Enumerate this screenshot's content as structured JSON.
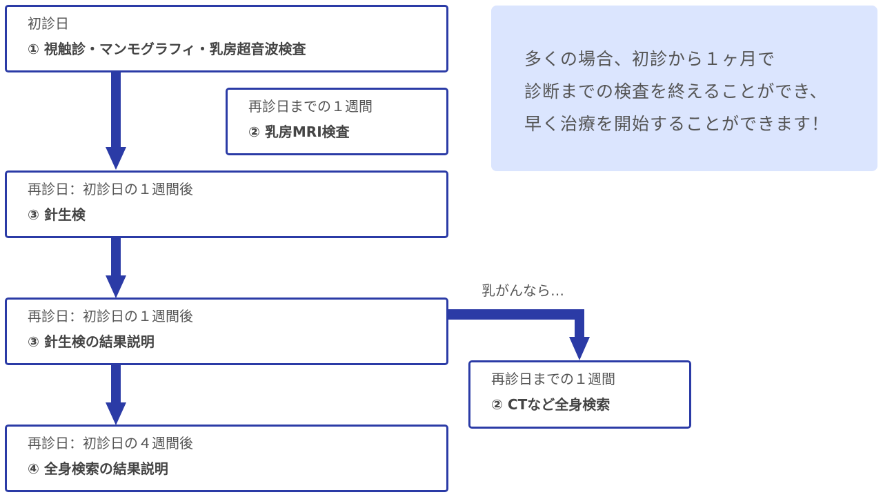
{
  "steps": [
    {
      "sub": "初診日",
      "main": "① 視触診・マンモグラフィ・乳房超音波検査"
    },
    {
      "sub": "再診日までの１週間",
      "main": "② 乳房MRI検査"
    },
    {
      "sub": "再診日：初診日の１週間後",
      "main": "③ 針生検"
    },
    {
      "sub": "再診日：初診日の１週間後",
      "main": "③ 針生検の結果説明"
    },
    {
      "sub": "再診日までの１週間",
      "main": "② CTなど全身検索"
    },
    {
      "sub": "再診日：初診日の４週間後",
      "main": "④ 全身検索の結果説明"
    }
  ],
  "branch_label": "乳がんなら…",
  "note_lines": [
    "多くの場合、初診から１ヶ月で",
    "診断までの検査を終えることができ、",
    "早く治療を開始することができます！"
  ],
  "colors": {
    "arrow": "#2B3BA6",
    "border": "#2B3BA6",
    "note_bg": "#DBE5FE"
  }
}
